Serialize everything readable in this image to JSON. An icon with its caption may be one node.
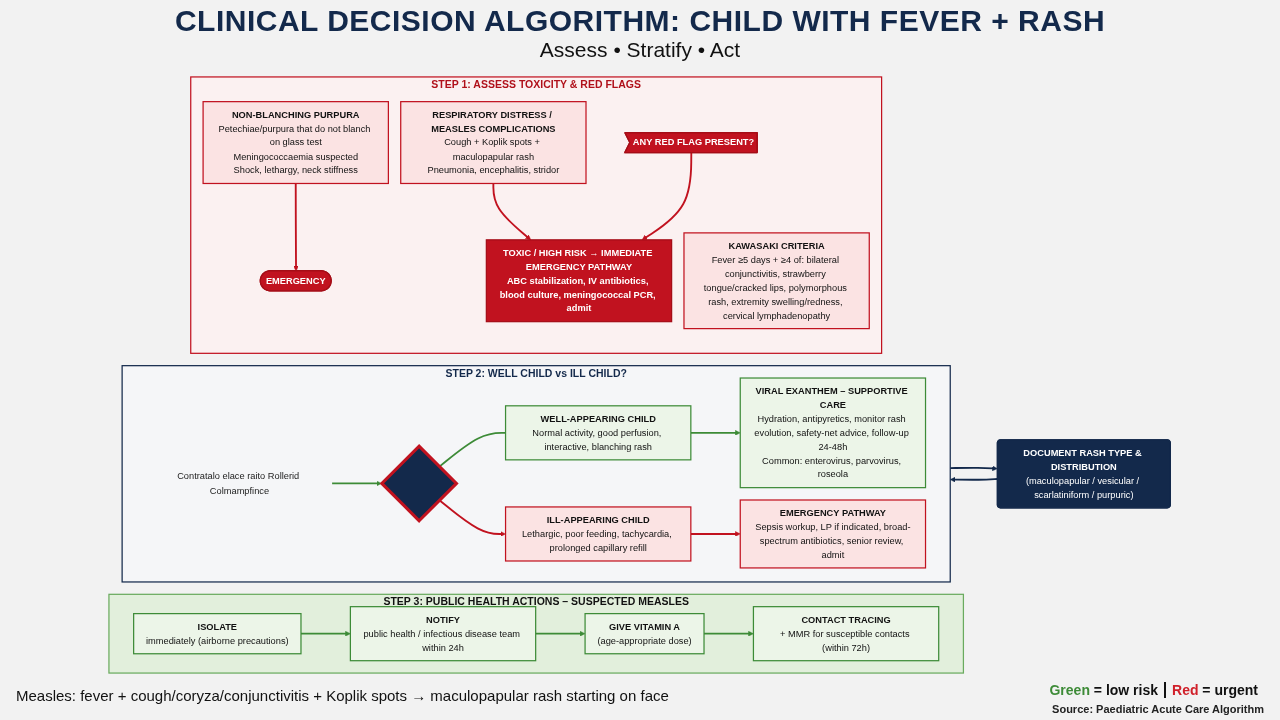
{
  "diagram": {
    "title": "CLINICAL DECISION ALGORITHM: CHILD WITH FEVER + RASH",
    "nodes": [
      {
        "text": [
          "STEP 1: ASSESS TOXICITY & RED FLAGS"
        ]
      },
      {
        "text": [
          "NON-BLANCHING PURPURA",
          "Petechiae/purpura that do not blanch on glass test",
          "Meningococcaemia suspected",
          "Shock, lethargy, neck stiffness"
        ],
        "in": 0
      },
      {
        "text": [
          "KAWASAKI CRITERIA",
          "Fever ≥5 days + ≥4 of: bilateral conjunctivitis, strawberry tongue/cracked lips, polymorphous rash, extremity swelling/redness, cervical lymphadenopathy"
        ],
        "in": 0
      },
      {
        "text": [
          "RESPIRATORY DISTRESS / MEASLES COMPLICATIONS",
          "Cough + Koplik spots + maculopapular rash",
          "Pneumonia, encephalitis, stridor"
        ],
        "in": 0
      },
      {
        "text": [
          "EMERGENCY"
        ],
        "in": 0
      },
      {
        "text": [
          "ANY RED FLAG PRESENT?"
        ],
        "in": 0
      },
      {
        "text": [
          "TOXIC / HIGH RISK → IMMEDIATE EMERGENCY PATHWAY",
          "ABC stabilization, IV antibiotics, blood culture, meningococcal PCR, admit"
        ],
        "in": 0
      },
      {
        "text": [
          "STEP 2: WELL CHILD vs ILL CHILD?"
        ]
      },
      {
        "text": [
          "WELL-APPEARING CHILD",
          "Normal activity, good perfusion, interactive, blanching rash"
        ],
        "in": 7
      },
      {
        "text": [
          "VIRAL EXANTHEM – SUPPORTIVE CARE",
          "Hydration, antipyretics, monitor rash evolution, safety-net advice, follow-up 24-48h",
          "Common: enterovirus, parvovirus, roseola"
        ],
        "in": 7
      },
      {
        "text": [],
        "shape": "diamond",
        "in": 7
      },
      {
        "text": [
          "ILL-APPEARING CHILD",
          "Lethargic, poor feeding, tachycardia, prolonged capillary refill"
        ],
        "in": 7
      },
      {
        "text": [
          "EMERGENCY PATHWAY",
          "Sepsis workup, LP if indicated, broad-spectrum antibiotics, senior review, admit"
        ],
        "in": 7
      },
      {
        "text": [
          "Contratalo elace raito Rollerid Colmampfince"
        ],
        "in": 7
      },
      {
        "text": [
          "DOCUMENT RASH TYPE & DISTRIBUTION",
          "(maculopapular / vesicular / scarlatiniform / purpuric)"
        ]
      },
      {
        "text": [
          "STEP 3: PUBLIC HEALTH ACTIONS – SUSPECTED MEASLES"
        ]
      },
      {
        "text": [
          "ISOLATE",
          "immediately (airborne precautions)"
        ],
        "in": 15
      },
      {
        "text": [
          "NOTIFY",
          "public health / infectious disease team within 24h"
        ],
        "in": 15
      },
      {
        "text": [
          "GIVE VITAMIN A",
          "(age-appropriate dose)"
        ],
        "in": 15
      },
      {
        "text": [
          "CONTACT TRACING",
          "+ MMR for susceptible contacts (within 72h)"
        ],
        "in": 15
      }
    ],
    "edges": [
      {
        "from": 1,
        "to": 4,
        "arrow": "to",
        "color": "#c1121f"
      },
      {
        "from": 3,
        "to": 6,
        "arrow": "to",
        "color": "#c1121f"
      },
      {
        "from": 5,
        "to": 6,
        "arrow": "to",
        "color": "#c1121f"
      },
      {
        "from": 10,
        "to": 8,
        "arrow": "none",
        "color": "#3d8b37"
      },
      {
        "from": 10,
        "to": 11,
        "arrow": "to",
        "color": "#c1121f"
      },
      {
        "from": 8,
        "to": 9,
        "arrow": "to",
        "color": "#3d8b37"
      },
      {
        "from": 11,
        "to": 12,
        "arrow": "to",
        "color": "#c1121f"
      },
      {
        "from": 13,
        "to": 10,
        "arrow": "to",
        "color": "#3d8b37"
      },
      {
        "from": 7,
        "to": 14,
        "arrow": "to",
        "color": "#13294b"
      },
      {
        "from": 14,
        "to": 7,
        "arrow": "to",
        "color": "#13294b"
      },
      {
        "from": 16,
        "to": 17,
        "arrow": "to",
        "color": "#3d8b37"
      },
      {
        "from": 17,
        "to": 18,
        "arrow": "to",
        "color": "#3d8b37"
      },
      {
        "from": 18,
        "to": 19,
        "arrow": "to",
        "color": "#3d8b37"
      }
    ],
    "labels": [
      "Assess • Stratify • Act",
      "Measles: fever + cough/coryza/conjunctivitis + Koplik spots → maculopapular rash starting on face",
      "Source: Paediatric Acute Care Algorithm"
    ],
    "legend": [
      {
        "text": "Green = low risk",
        "color": "#3d8b37"
      },
      {
        "text": "Red = urgent",
        "color": "#d0202a"
      }
    ]
  }
}
